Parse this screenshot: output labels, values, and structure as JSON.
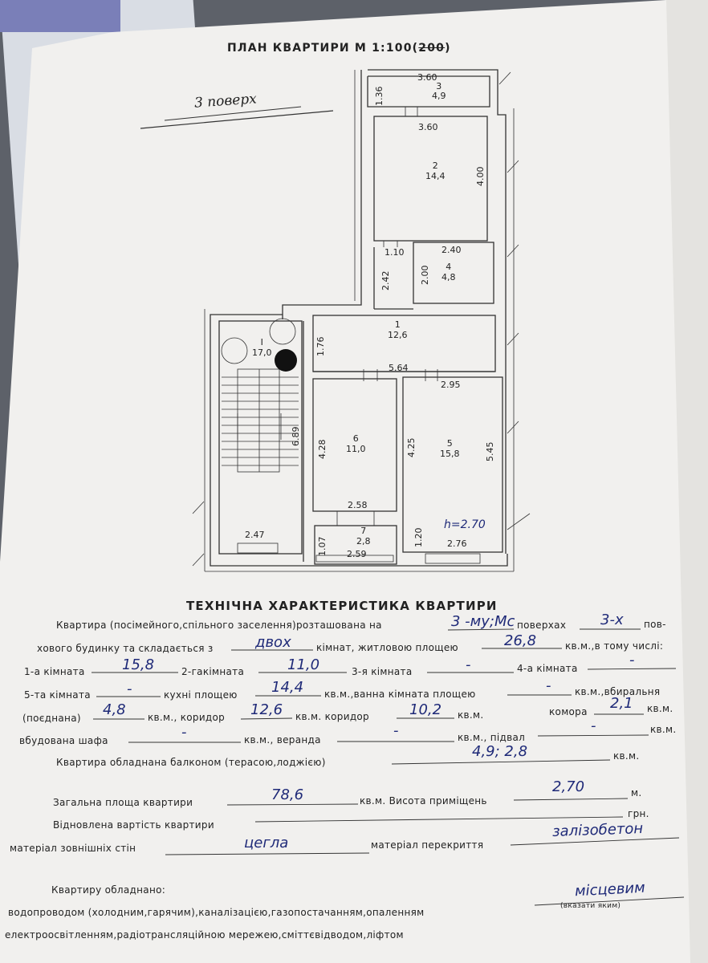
{
  "header": {
    "title": "ПЛАН КВАРТИРИ М 1:100(",
    "title_struck": "200",
    "title_end": ")",
    "floor_note": "3 поверх"
  },
  "plan": {
    "rooms": [
      {
        "id": "room-3",
        "num": "3",
        "area": "4,9"
      },
      {
        "id": "room-2",
        "num": "2",
        "area": "14,4"
      },
      {
        "id": "room-4",
        "num": "4",
        "area": "4,8"
      },
      {
        "id": "room-1",
        "num": "1",
        "area": "12,6"
      },
      {
        "id": "stair",
        "num": "I",
        "area": "17,0"
      },
      {
        "id": "room-6",
        "num": "6",
        "area": "11,0"
      },
      {
        "id": "room-5",
        "num": "5",
        "area": "15,8"
      },
      {
        "id": "room-7",
        "num": "7",
        "area": "2,8"
      }
    ],
    "dimensions": [
      "3.60",
      "1.36",
      "3.60",
      "4.00",
      "1.10",
      "2.40",
      "2.00",
      "2.42",
      "1.76",
      "5.64",
      "2.95",
      "6.89",
      "4.28",
      "4.25",
      "5.45",
      "2.58",
      "2.47",
      "1.07",
      "2.59",
      "1.20",
      "2.76"
    ],
    "height_note": "h=2.70"
  },
  "section_title": "ТЕХНІЧНА ХАРАКТЕРИСТИКА КВАРТИРИ",
  "lines": {
    "l1a": "Квартира (посімейного,спільного заселення)розташована на",
    "l1b": "поверхах",
    "l1c": "пов-",
    "l2a": "хового будинку та складається з",
    "l2b": "кімнат, житловою площею",
    "l2c": "кв.м.,в тому числі:",
    "l3a": "1-а кімната",
    "l3b": "2-гакімната",
    "l3c": "3-я кімната",
    "l3d": "4-а кімната",
    "l4a": "5-та кімната",
    "l4b": "кухні площею",
    "l4c": "кв.м.,ванна кімната площею",
    "l4d": "кв.м.,вбиральня",
    "l5a": "(поєднана)",
    "l5b": "кв.м., коридор",
    "l5c": "кв.м.  коридор",
    "l5d": "кв.м.",
    "l5e": "комора",
    "l5f": "кв.м.",
    "l6a": "вбудована шафа",
    "l6b": "кв.м., веранда",
    "l6c": "кв.м., підвал",
    "l6d": "кв.м.",
    "l7a": "Квартира обладнана балконом (терасою,лоджією)",
    "l7b": "кв.м.",
    "l8a": "Загальна площа квартири",
    "l8b": "кв.м. Висота приміщень",
    "l8c": "м.",
    "l9a": "Відновлена вартість квартири",
    "l9b": "грн.",
    "l10a": "матеріал зовнішніх стін",
    "l10b": "матеріал перекриття",
    "l11": "Квартиру обладнано:",
    "l12a": "водопроводом (холодним,гарячим),каналізацією,газопостачанням,опаленням",
    "l12b": "(вказати яким)",
    "l13": "електроосвітленням,радіотрансляційною мережею,сміттєвідводом,ліфтом"
  },
  "values": {
    "floor": "3 -му;Мс",
    "storeys": "3-х",
    "rooms_count": "двох",
    "living_area": "26,8",
    "room1": "15,8",
    "room2": "11,0",
    "room3": "-",
    "room4": "-",
    "room5": "-",
    "kitchen": "14,4",
    "bathroom": "-",
    "wc_combined": "4,8",
    "corridor1": "12,6",
    "corridor2": "10,2",
    "storage": "2,1",
    "wardrobe": "-",
    "veranda": "-",
    "basement": "-",
    "balcony": "4,9; 2,8",
    "total_area": "78,6",
    "ceiling_height": "2,70",
    "restored_cost": "",
    "wall_material": "цегла",
    "floor_material": "залізобетон",
    "heating": "місцевим"
  }
}
